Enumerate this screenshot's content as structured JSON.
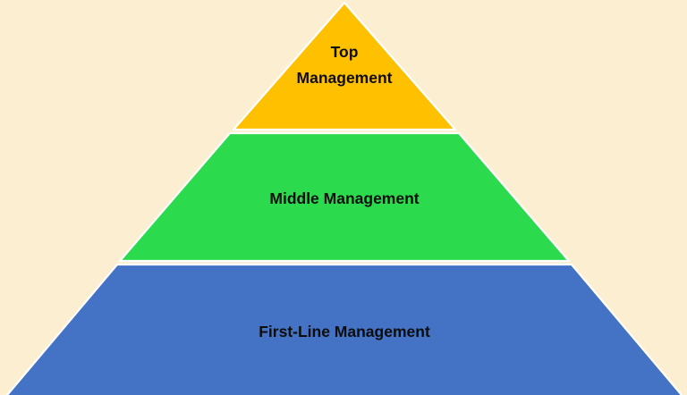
{
  "background_color": "#FCEFD1",
  "pyramid": {
    "type": "basic-pyramid-diagram",
    "separator_color": "#FFFFFF",
    "text_color": "#0D0D0D",
    "levels": [
      {
        "label": "Top Management",
        "lines": [
          "Top",
          "Management"
        ],
        "color": "#FFC000"
      },
      {
        "label": "Middle Management",
        "color": "#2BDB4D"
      },
      {
        "label": "First-Line Management",
        "color": "#4472C4"
      }
    ]
  }
}
